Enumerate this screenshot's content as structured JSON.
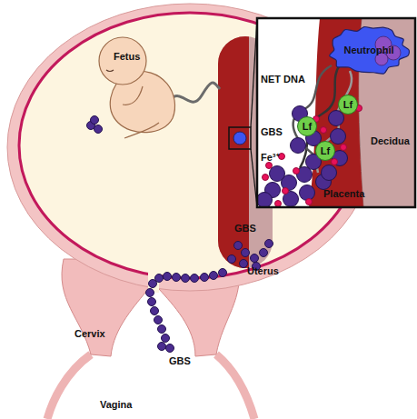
{
  "diagram": {
    "nodes": [
      {
        "text": [
          "Fetus"
        ]
      },
      {
        "text": [
          "Neutrophil"
        ]
      },
      {
        "text": [
          "Lf"
        ]
      },
      {
        "text": [
          "Lf"
        ]
      },
      {
        "text": [
          "Lf"
        ]
      }
    ],
    "labels": [
      "GBS",
      "Uterus",
      "Cervix",
      "GBS",
      "Vagina",
      "NET DNA",
      "GBS",
      "Fe³⁺",
      "Placenta",
      "Decidua"
    ]
  }
}
